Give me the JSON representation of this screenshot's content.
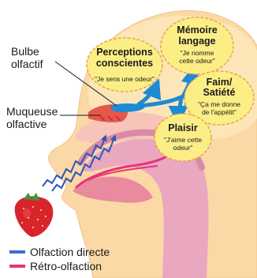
{
  "labels": {
    "bulbe_line1": "Bulbe",
    "bulbe_line2": "olfactif",
    "muqueuse_line1": "Muqueuse",
    "muqueuse_line2": "olfactive"
  },
  "bubbles": {
    "perceptions": {
      "title_line1": "Perceptions",
      "title_line2": "conscientes",
      "quote": "\"Je sens une odeur\""
    },
    "memoire": {
      "title_line1": "Mémoire",
      "title_line2": "langage",
      "quote_line1": "\"Je nomme",
      "quote_line2": "cette odeur\""
    },
    "faim": {
      "title_line1": "Faim/",
      "title_line2": "Satiété",
      "quote_line1": "\"Ça me donne",
      "quote_line2": "de l'appétit\""
    },
    "plaisir": {
      "title": "Plaisir",
      "quote_line1": "\"J'aime cette",
      "quote_line2": "odeur\""
    }
  },
  "legend": {
    "direct_label": "Olfaction directe",
    "retro_label": "Rétro-olfaction",
    "direct_color": "#3a6fd0",
    "retro_color": "#e8337a"
  },
  "colors": {
    "skin": "#fbd9a6",
    "brain": "#fce6b8",
    "bubble_fill": "#fcee86",
    "bubble_border": "#e3a84a",
    "throat": "#e9a8c0",
    "tissue": "#f2a0a0",
    "arrow_blue": "#1e8ad6"
  }
}
